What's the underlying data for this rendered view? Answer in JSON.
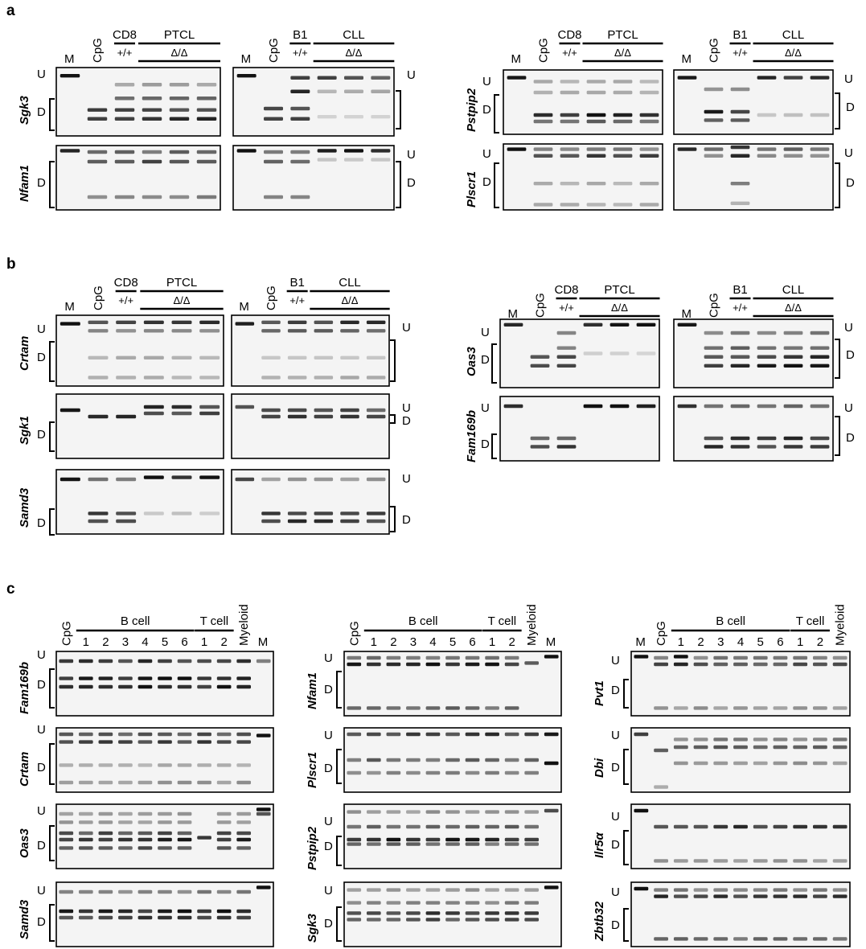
{
  "labels": {
    "M": "M",
    "CpG": "CpG",
    "U": "U",
    "D": "D",
    "wt": "+/+",
    "ko": "Δ/Δ",
    "CD8": "CD8",
    "PTCL": "PTCL",
    "B1": "B1",
    "CLL": "CLL",
    "Bcell": "B cell",
    "Tcell": "T cell",
    "Myeloid": "Myeloid"
  },
  "panels": [
    {
      "id": "a",
      "label": "a"
    },
    {
      "id": "b",
      "label": "b"
    },
    {
      "id": "c",
      "label": "c"
    }
  ],
  "lane_numbers": [
    "1",
    "2",
    "3",
    "4",
    "5",
    "6"
  ],
  "genes": {
    "a_left": [
      "Sgk3",
      "Nfam1"
    ],
    "a_right": [
      "Pstpip2",
      "Plscr1"
    ],
    "b_left": [
      "Crtam",
      "Sgk1",
      "Samd3"
    ],
    "b_right": [
      "Oas3",
      "Fam169b"
    ],
    "c_col1": [
      "Fam169b",
      "Crtam",
      "Oas3",
      "Samd3"
    ],
    "c_col2": [
      "Nfam1",
      "Plscr1",
      "Pstpip2",
      "Sgk3"
    ],
    "c_col3": [
      "Pvt1",
      "Dbi",
      "Ilr5α",
      "Zbtb32"
    ]
  }
}
